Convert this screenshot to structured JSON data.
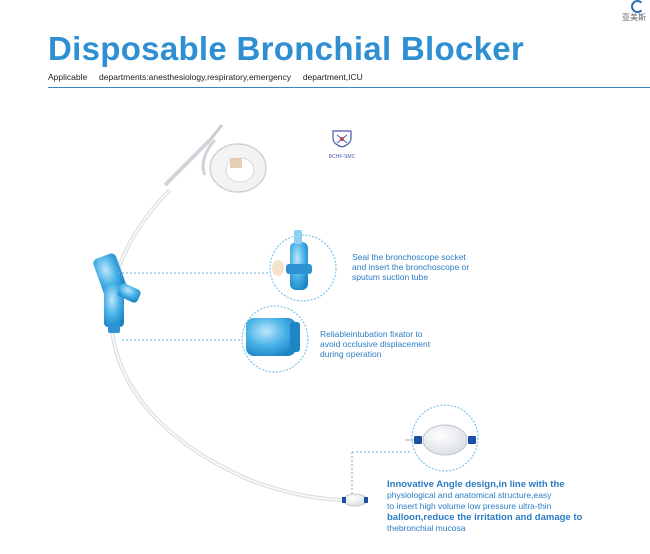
{
  "brand": {
    "logo_text": "亚美斯"
  },
  "header": {
    "title": "Disposable Bronchial Blocker",
    "subtitle": "Applicable     departments:anesthesiology,respiratory,emergency     department,ICU"
  },
  "certification": {
    "label": "BCHF-SMC",
    "icon": "certification-emblem-icon"
  },
  "callouts": [
    {
      "lines": [
        "Seal the bronchoscope socket",
        "and insert the bronchoscope or",
        "sputum suction tube"
      ]
    },
    {
      "lines": [
        "Reliableintubation fixator to",
        "avoid occlusive displacement",
        "during operation"
      ]
    },
    {
      "lines": [
        "Innovative Angle design,in line with the",
        "physiological and anatomical structure,easy",
        "to insert high volume low pressure ultra-thin",
        "balloon,reduce the irritation and damage to",
        "thebronchial mucosa"
      ]
    }
  ],
  "colors": {
    "title": "#2e8fd3",
    "callout_text": "#2a7cc4",
    "device_blue": "#3aa6e0",
    "rule": "#3c82c8"
  }
}
